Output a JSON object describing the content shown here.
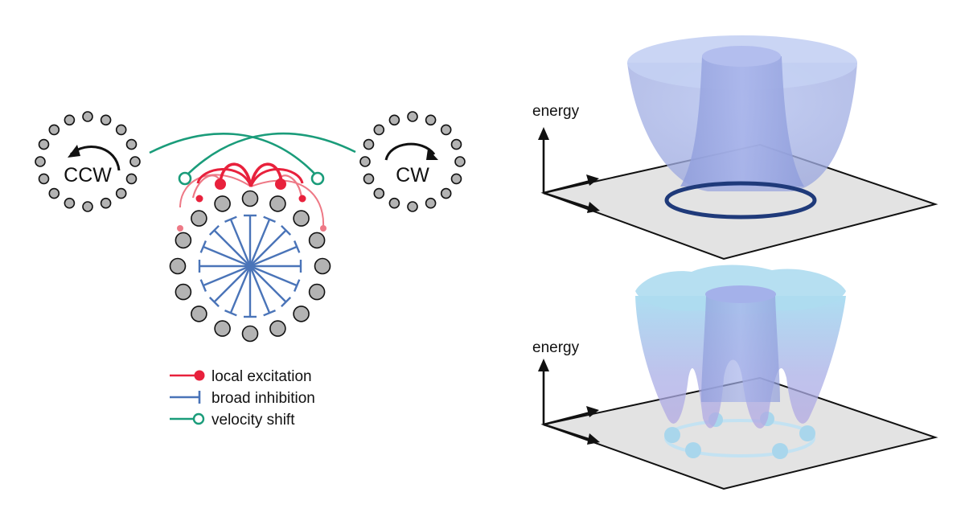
{
  "ring_labels": {
    "ccw": "CCW",
    "cw": "CW"
  },
  "legend": {
    "excitation": "local excitation",
    "inhibition": "broad inhibition",
    "velocity": "velocity shift"
  },
  "landscapes": {
    "top_axis_label": "energy",
    "bottom_axis_label": "energy"
  },
  "colors": {
    "excitation": "#e8213c",
    "excitation_light": "#ee7986",
    "inhibition": "#4a74b8",
    "velocity": "#1a9c7a",
    "neuron_fill": "#b3b3b3",
    "attractor_ring": "#1f3a7a",
    "discrete_attractors": "#a9d6ec"
  }
}
